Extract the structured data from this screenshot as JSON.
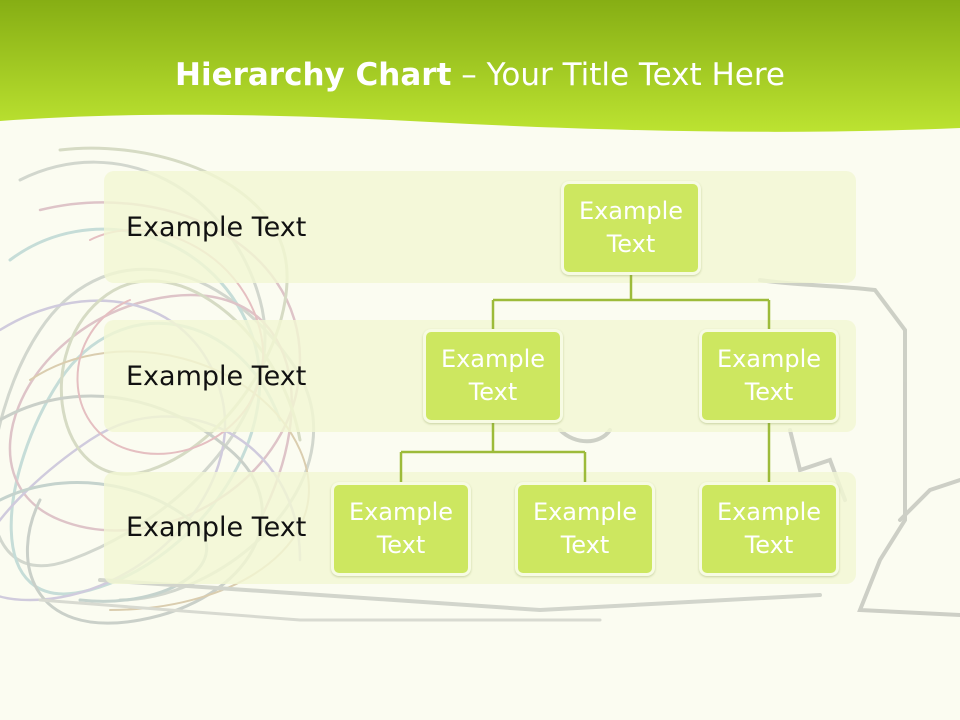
{
  "header": {
    "title_bold": "Hierarchy Chart",
    "title_rest": " – Your Title Text Here"
  },
  "levels": [
    {
      "label": "Example Text"
    },
    {
      "label": "Example Text"
    },
    {
      "label": "Example Text"
    }
  ],
  "nodes": {
    "root": {
      "text": "Example Text"
    },
    "level2_left": {
      "text": "Example Text"
    },
    "level2_right": {
      "text": "Example Text"
    },
    "level3_left_a": {
      "text": "Example Text"
    },
    "level3_left_b": {
      "text": "Example Text"
    },
    "level3_right": {
      "text": "Example Text"
    }
  },
  "colors": {
    "header_dark": "#86ae14",
    "header_light": "#b9e02f",
    "node_fill": "#cde760",
    "connector": "#9dbb3a",
    "band_fill": "#f1f7d3"
  }
}
